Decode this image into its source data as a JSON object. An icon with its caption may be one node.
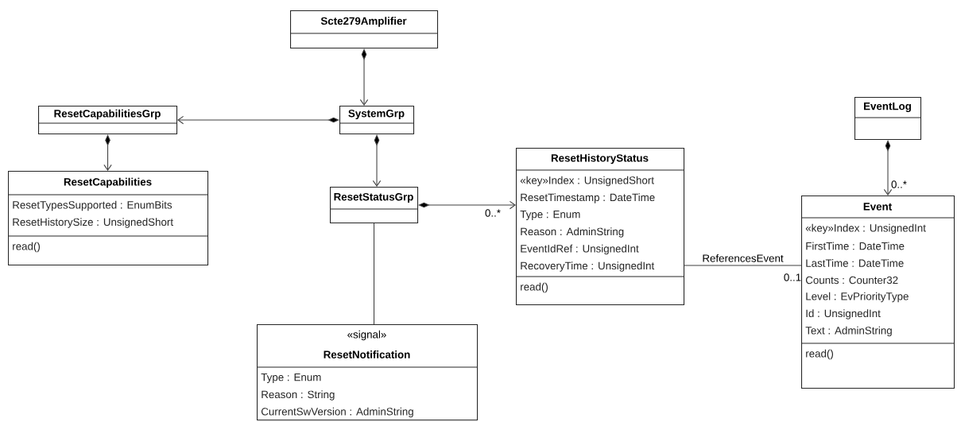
{
  "diagram": {
    "nodes": [
      {
        "text": [
          "Scte279Amplifier"
        ]
      },
      {
        "text": [
          "ResetCapabilitiesGrp"
        ]
      },
      {
        "text": [
          "SystemGrp"
        ]
      },
      {
        "text": [
          "ResetCapabilities",
          "ResetTypesSupported : EnumBits",
          "ResetHistorySize : UnsignedShort",
          "read()"
        ]
      },
      {
        "text": [
          "ResetStatusGrp"
        ]
      },
      {
        "text": [
          "ResetHistoryStatus",
          "«key»Index : UnsignedShort",
          "ResetTimestamp : DateTime",
          "Type : Enum",
          "Reason : AdminString",
          "EventIdRef : UnsignedInt",
          "RecoveryTime : UnsignedInt",
          "read()"
        ]
      },
      {
        "text": [
          "EventLog"
        ]
      },
      {
        "text": [
          "Event",
          "«key»Index : UnsignedInt",
          "FirstTime : DateTime",
          "LastTime : DateTime",
          "Counts : Counter32",
          "Level : EvPriorityType",
          "Id : UnsignedInt",
          "Text : AdminString",
          "read()"
        ]
      },
      {
        "text": [
          "«signal»",
          "ResetNotification",
          "Type : Enum",
          "Reason : String",
          "CurrentSwVersion : AdminString"
        ]
      }
    ],
    "edges": [
      {
        "from": 0,
        "to": 2,
        "arrow": "to"
      },
      {
        "from": 2,
        "to": 1,
        "arrow": "to"
      },
      {
        "from": 1,
        "to": 3,
        "arrow": "to"
      },
      {
        "from": 2,
        "to": 4,
        "arrow": "to"
      },
      {
        "from": 4,
        "to": 5,
        "arrow": "to"
      },
      {
        "from": 6,
        "to": 7,
        "arrow": "to"
      },
      {
        "from": 4,
        "to": 8,
        "arrow": "none"
      },
      {
        "from": 5,
        "to": 7,
        "arrow": "none",
        "label": "ReferencesEvent"
      }
    ],
    "labels": [
      "0..*",
      "0..*",
      "0..1"
    ]
  }
}
